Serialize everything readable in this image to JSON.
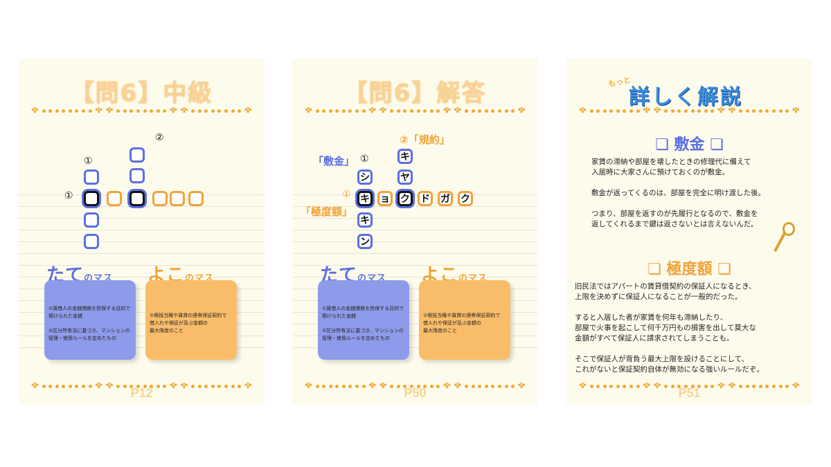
{
  "left_page": {
    "title": "【問6】中級",
    "page_number": "P12",
    "grid": {
      "num_across": "①",
      "num_down1": "①",
      "num_down2": "②"
    },
    "tate": {
      "title": "たて",
      "suffix": "のマス",
      "items": [
        "①賃借人の金銭債務を担保する目的で\n 預けられた金銭",
        "②区分所有法に基づき、マンションの\n 管理・使用ルールを定めたもの"
      ]
    },
    "yoko": {
      "title": "よこ",
      "suffix": "のマス",
      "items": [
        "①根抵当権や賃貸の連帯保証契約で\n 借入れや保証が及ぶ金額の\n 最大限度のこと"
      ]
    }
  },
  "middle_page": {
    "title": "【問6】解答",
    "page_number": "P50",
    "labels": {
      "shikikin": "「敷金」",
      "kiyaku": "②「規約」",
      "kyokudogaku": "「極度額」",
      "num1_down": "①",
      "num1_across": "①"
    },
    "down1": [
      "シ",
      "キ",
      "キ",
      "ン"
    ],
    "down2": [
      "キ",
      "ヤ",
      "ク"
    ],
    "across": [
      "キ",
      "ョ",
      "ク",
      "ド",
      "ガ",
      "ク"
    ],
    "tate": {
      "title": "たて",
      "suffix": "のマス",
      "items": [
        "①賃借人の金銭債務を担保する目的で\n 預けられた金銭",
        "②区分所有法に基づき、マンションの\n 管理・使用ルールを定めたもの"
      ]
    },
    "yoko": {
      "title": "よこ",
      "suffix": "のマス",
      "items": [
        "①根抵当権や賃貸の連帯保証契約で\n 借入れや保証が及ぶ金額の\n 最大限度のこと"
      ]
    }
  },
  "right_page": {
    "motto": "もっと",
    "title": "詳しく解説",
    "page_number": "P51",
    "sec1_head": "❏ 敷金 ❏",
    "sec1_text": "家賃の滞納や部屋を壊したときの修理代に備えて\n入居時に大家さんに預けておくのが敷金。\n\n敷金が返ってくるのは、部屋を完全に明け渡した後。\n\nつまり、部屋を返すのが先履行となるので、敷金を\n返してくれるまで鍵は返さないとは言えないんだ。",
    "sec2_head": "❏ 極度額 ❏",
    "sec2_text": "旧民法ではアパートの賃貸借契約の保証人になるとき、\n上限を決めずに保証人になることが一般的だった。\n\nすると入居した者が家賃を何年も滞納したり、\n部屋で火事を起こして何千万円もの損害を出して莫大な\n金額がすべて保証人に請求されてしまうことも。\n\nそこで保証人が背負う最大上限を設けることにして、\nこれがないと保証契約自体が無効になる強いルールだぞ。"
  },
  "colors": {
    "blue": "#5b6ee0",
    "orange": "#f2a23a",
    "page_bg": "#fdfcec"
  }
}
